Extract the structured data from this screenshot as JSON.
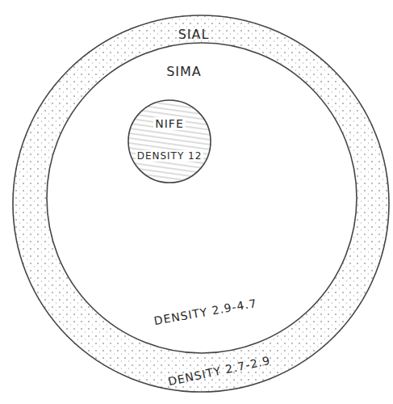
{
  "diagram": {
    "nodes": [
      {
        "text": [
          "SIAL",
          "DENSITY 2.7-2.9"
        ]
      },
      {
        "text": [
          "SIMA",
          "DENSITY 2.9-4.7"
        ],
        "in": 0
      },
      {
        "text": [
          "NIFE",
          "DENSITY 12"
        ],
        "in": 1
      }
    ]
  }
}
